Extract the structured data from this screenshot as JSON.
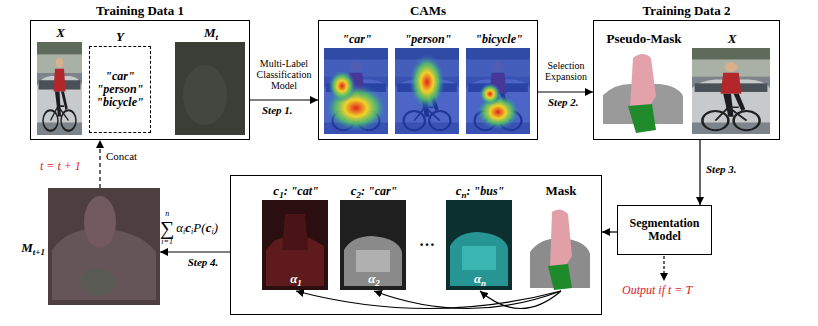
{
  "diagram": {
    "nodes": [
      {
        "text": [
          "Training Data 1"
        ]
      },
      {
        "text": [
          "X"
        ],
        "in": 0
      },
      {
        "text": [
          "Y",
          "\"car\"",
          "\"person\"",
          "\"bicycle\""
        ],
        "in": 0
      },
      {
        "text": [
          "M",
          "t"
        ],
        "in": 0
      },
      {
        "text": [
          "CAMs"
        ]
      },
      {
        "text": [
          "\"car\""
        ],
        "in": 4
      },
      {
        "text": [
          "\"person\""
        ],
        "in": 4
      },
      {
        "text": [
          "\"bicycle\""
        ],
        "in": 4
      },
      {
        "text": [
          "Training Data 2"
        ]
      },
      {
        "text": [
          "Pseudo-Mask"
        ],
        "in": 8
      },
      {
        "text": [
          "X"
        ],
        "in": 8
      },
      {
        "text": [
          "Segmentation Model"
        ]
      },
      {
        "text": [
          "…"
        ]
      },
      {
        "text": [
          "c",
          "1",
          ": \"cat\"",
          "α",
          "1"
        ],
        "in": 12
      },
      {
        "text": [
          "c",
          "2",
          ": \"car\"",
          "α",
          "2"
        ],
        "in": 12
      },
      {
        "text": [
          "c",
          "n",
          ": \"bus\"",
          "α",
          "n"
        ],
        "in": 12
      },
      {
        "text": [
          "Mask"
        ],
        "in": 12
      },
      {
        "text": [
          "M",
          "t+1"
        ]
      }
    ],
    "edges": [
      {
        "from": 0,
        "to": 4,
        "arrow": "to",
        "label": "Multi-Label Classification Model"
      },
      {
        "from": 4,
        "to": 8,
        "arrow": "to",
        "label": "Selection Expansion"
      },
      {
        "from": 8,
        "to": 11,
        "arrow": "to",
        "label": "Step 3."
      },
      {
        "from": 11,
        "to": 12,
        "arrow": "to"
      },
      {
        "from": 16,
        "to": 13,
        "arrow": "to"
      },
      {
        "from": 16,
        "to": 14,
        "arrow": "to"
      },
      {
        "from": 16,
        "to": 15,
        "arrow": "to"
      },
      {
        "from": 12,
        "to": 17,
        "arrow": "to",
        "label": "Step 4."
      },
      {
        "from": 17,
        "to": 0,
        "arrow": "to",
        "label": "Concat"
      }
    ],
    "labels": [
      "Step 1.",
      "Step 2.",
      "Output if t = T",
      "t = t + 1",
      "n",
      "∑",
      "i=1",
      "α",
      "i",
      "c",
      "i",
      "P(",
      "c",
      "i",
      ")"
    ]
  }
}
